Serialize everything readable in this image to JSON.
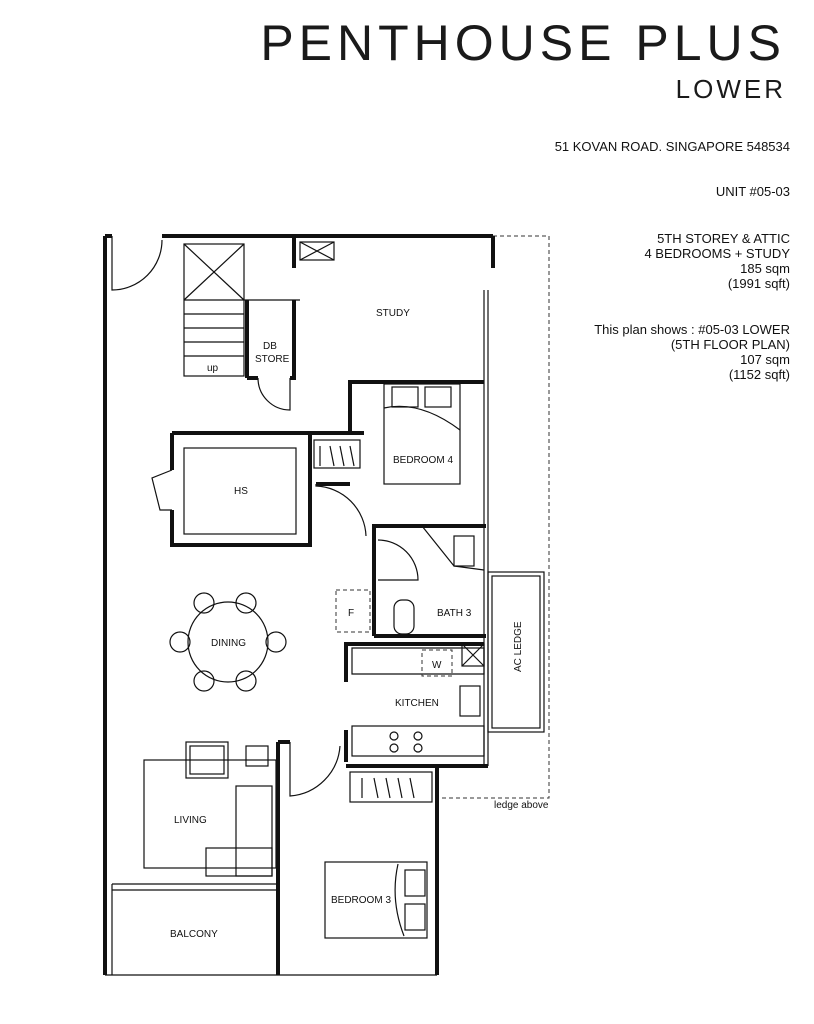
{
  "header": {
    "title": "PENTHOUSE PLUS",
    "subtitle": "LOWER",
    "address": "51 KOVAN ROAD. SINGAPORE 548534",
    "unit": "UNIT #05-03"
  },
  "info_block_1": [
    "5TH STOREY & ATTIC",
    "4 BEDROOMS + STUDY",
    "185 sqm",
    "(1991 sqft)"
  ],
  "info_block_2": [
    "This plan shows : #05-03 LOWER",
    "(5TH FLOOR PLAN)",
    "107 sqm",
    "(1152 sqft)"
  ],
  "rooms": {
    "study": "STUDY",
    "db_store_1": "DB",
    "db_store_2": "STORE",
    "up": "up",
    "bedroom4": "BEDROOM 4",
    "hs": "HS",
    "f": "F",
    "bath3": "BATH 3",
    "w": "W",
    "ac_ledge": "AC LEDGE",
    "dining": "DINING",
    "kitchen": "KITCHEN",
    "living": "LIVING",
    "bedroom3": "BEDROOM 3",
    "balcony": "BALCONY",
    "ledge_above": "ledge above"
  }
}
